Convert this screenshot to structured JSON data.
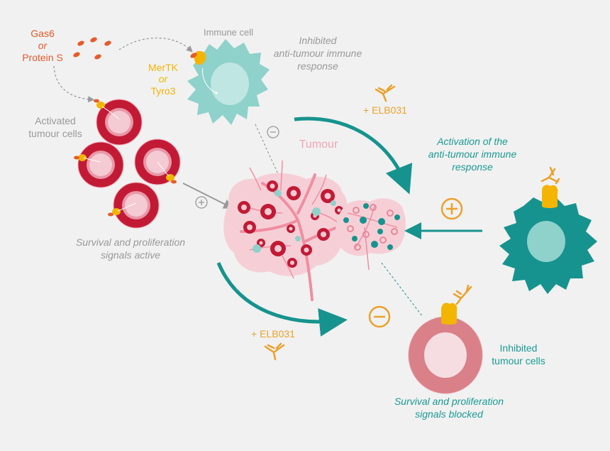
{
  "labels": {
    "gas6": "Gas6",
    "or1": "or",
    "protein_s": "Protein S",
    "immune_cell": "Immune cell",
    "mertk": "MerTK",
    "or2": "or",
    "tyro3": "Tyro3",
    "inhibited_response_1": "Inhibited",
    "inhibited_response_2": "anti-tumour immune",
    "inhibited_response_3": "response",
    "activated_1": "Activated",
    "activated_2": "tumour cells",
    "survival_active_1": "Survival and proliferation",
    "survival_active_2": "signals active",
    "tumour": "Tumour",
    "elb031_top": "+ ELB031",
    "elb031_bottom": "+ ELB031",
    "activation_1": "Activation of the",
    "activation_2": "anti-tumour immune",
    "activation_3": "response",
    "inhibited_tumour_1": "Inhibited",
    "inhibited_tumour_2": "tumour cells",
    "survival_blocked_1": "Survival and proliferation",
    "survival_blocked_2": "signals blocked",
    "plus_small": "+",
    "minus_small": "−",
    "plus_big": "+",
    "minus_big": "−"
  },
  "colors": {
    "background": "#f1f1f1",
    "ligand_red": "#e85a2a",
    "receptor_yellow": "#f3b500",
    "antibody_orange": "#eba12b",
    "immune_teal_light": "#8fd1cb",
    "immune_teal_dark": "#16938e",
    "tumour_red": "#c21a35",
    "tumour_pink": "#f6cfd6",
    "inhibited_cell_pink": "#d98089",
    "grey_text": "#999999",
    "teal_text": "#1a9a94"
  }
}
